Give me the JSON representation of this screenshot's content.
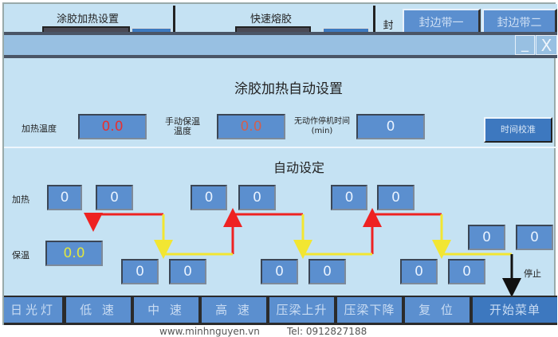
{
  "top_tabs": {
    "glue_heating": "涂胶加热设置",
    "fast_melt": "快速熔胶",
    "seal": "封",
    "edge_band_1": "封边带一",
    "edge_band_2": "封边带二"
  },
  "dialog": {
    "minimize": "_",
    "close": "X",
    "title": "涂胶加热自动设置"
  },
  "settings": {
    "heating_temp_label": "加热温度",
    "heating_temp_value": "0.0",
    "manual_hold_label": "手动保温温度",
    "manual_hold_value": "0.0",
    "idle_stop_label": "无动作停机时间(min)",
    "idle_stop_value": "0",
    "time_calibrate": "时间校准"
  },
  "auto": {
    "title": "自动设定",
    "heat_label": "加热",
    "hold_label": "保温",
    "hold_value": "0.0",
    "stop_label": "停止",
    "heat_times": [
      [
        "0",
        "0"
      ],
      [
        "0",
        "0"
      ],
      [
        "0",
        "0"
      ]
    ],
    "hold_times": [
      [
        "0",
        "0"
      ],
      [
        "0",
        "0"
      ],
      [
        "0",
        "0"
      ]
    ],
    "stop_time": [
      "0",
      "0"
    ],
    "colors": {
      "heat": "#ee2222",
      "hold": "#f2e632",
      "stop": "#111111"
    }
  },
  "bottom": [
    "日光灯",
    "低 速",
    "中 速",
    "高 速",
    "压梁上升",
    "压梁下降",
    "复 位",
    "开始菜单"
  ],
  "watermark": {
    "url": "www.minhnguyen.vn",
    "tel": "Tel: 0912827188"
  }
}
